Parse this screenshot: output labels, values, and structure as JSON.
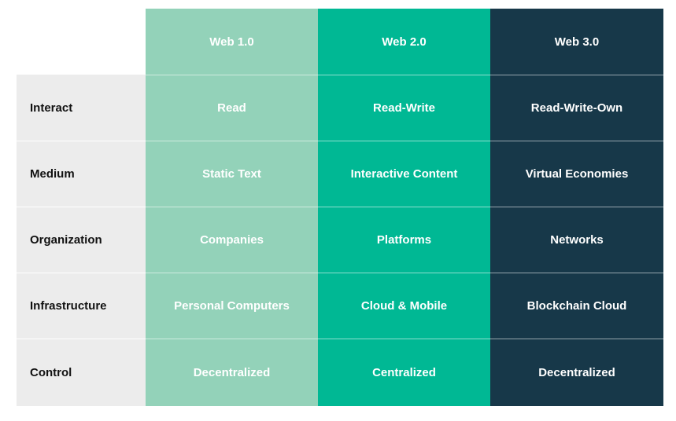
{
  "columns": [
    {
      "label": "Web 1.0",
      "color": "#93d2b9"
    },
    {
      "label": "Web 2.0",
      "color": "#00b894"
    },
    {
      "label": "Web 3.0",
      "color": "#173849"
    }
  ],
  "rows": [
    {
      "label": "Interact",
      "values": [
        "Read",
        "Read-Write",
        "Read-Write-Own"
      ]
    },
    {
      "label": "Medium",
      "values": [
        "Static Text",
        "Interactive Content",
        "Virtual Economies"
      ]
    },
    {
      "label": "Organization",
      "values": [
        "Companies",
        "Platforms",
        "Networks"
      ]
    },
    {
      "label": "Infrastructure",
      "values": [
        "Personal Computers",
        "Cloud & Mobile",
        "Blockchain Cloud"
      ]
    },
    {
      "label": "Control",
      "values": [
        "Decentralized",
        "Centralized",
        "Decentralized"
      ]
    }
  ],
  "colors": {
    "row_label_bg": "#ececec",
    "row_label_text": "#111111"
  }
}
